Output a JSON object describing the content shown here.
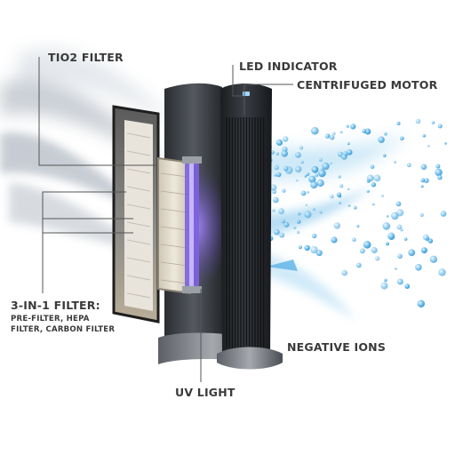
{
  "labels": {
    "tio2_filter": "TIO2 FILTER",
    "led_indicator": "LED INDICATOR",
    "centrifuged_motor": "CENTRIFUGED MOTOR",
    "three_in_one": "3-IN-1 FILTER:",
    "three_in_one_line1": "PRE-FILTER, HEPA",
    "three_in_one_line2": "FILTER, CARBON FILTER",
    "negative_ions": "NEGATIVE IONS",
    "uv_light": "UV LIGHT"
  },
  "colors": {
    "label_text": "#3a3a3a",
    "leader_line": "#555555",
    "airflow_grey": "#8f99a6",
    "airflow_blue": "#7ec3ea",
    "ion_blue": "#3aa0dc",
    "uv_purple": "#5a3fb4",
    "tower_dark": "#2c2f33"
  }
}
